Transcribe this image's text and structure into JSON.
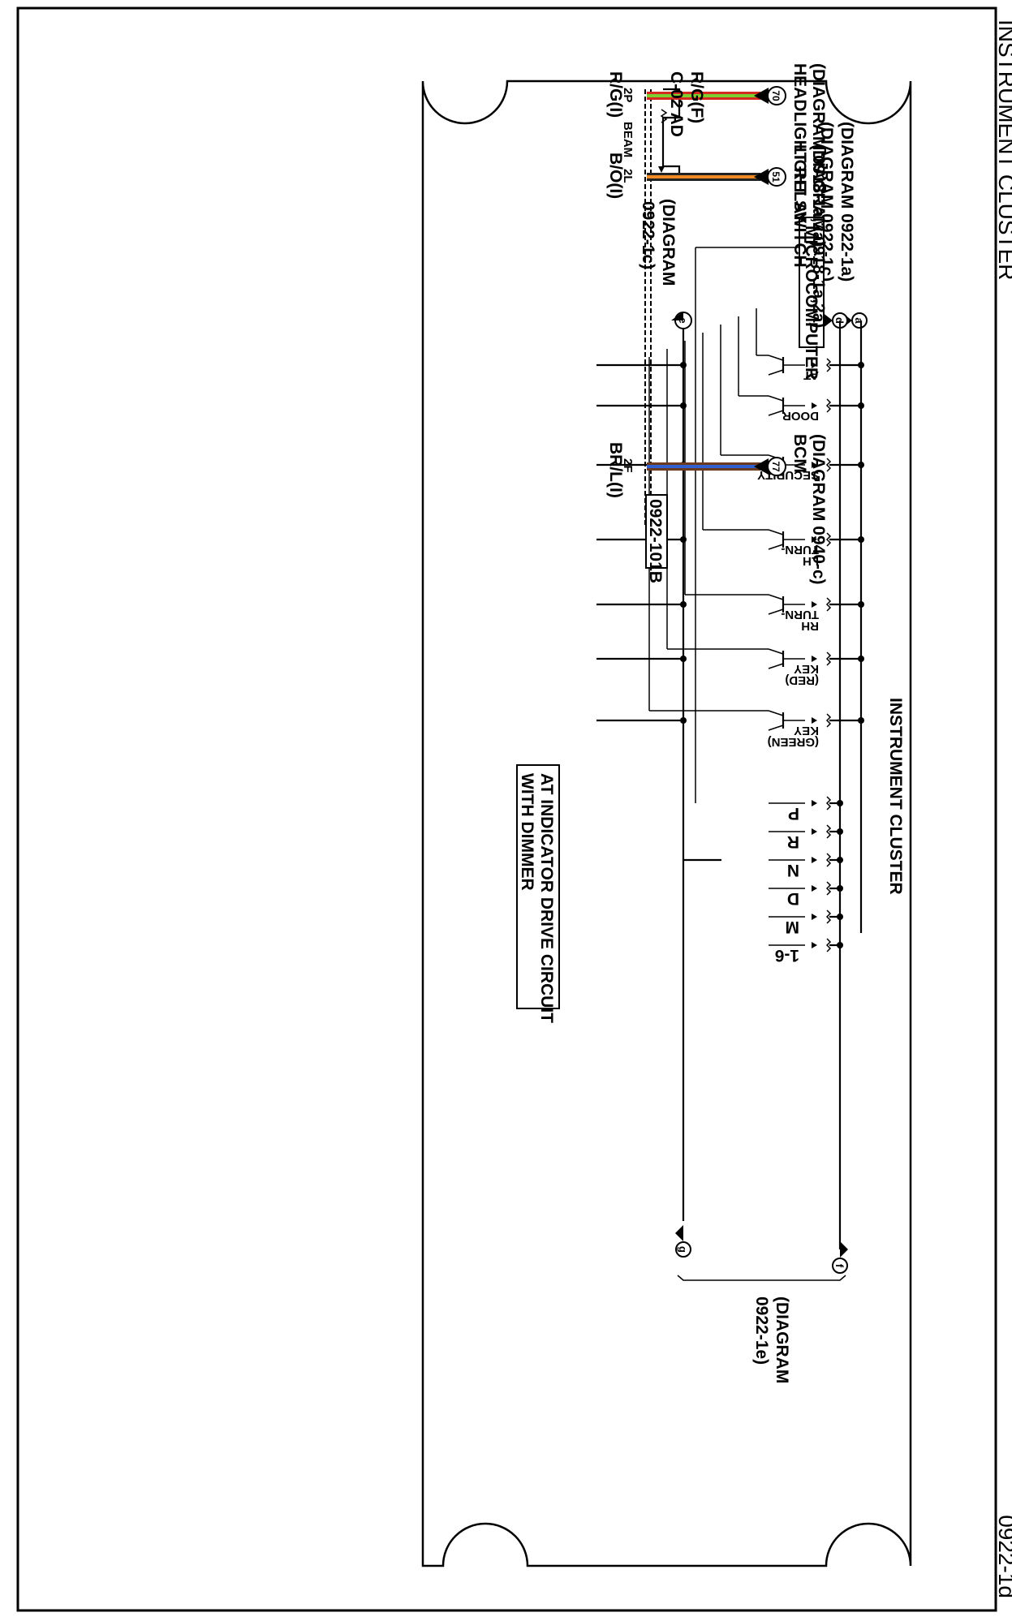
{
  "header": {
    "title": "INSTRUMENT CLUSTER",
    "page_id": "0922-1d"
  },
  "cluster": {
    "label": "INSTRUMENT CLUSTER"
  },
  "connector_ref": "0922-101B",
  "top_refs": {
    "a": "(DIAGRAM 0922-1a)",
    "d": "(DIAGRAM 0922-1c)",
    "marker_a": "a",
    "marker_d": "d"
  },
  "micro": {
    "label": "MICROCOMPUTER"
  },
  "diag_e": {
    "line1": "(DIAGRAM",
    "line2": "0922-1c)",
    "marker": "e"
  },
  "bottom_ref": {
    "line1": "(DIAGRAM",
    "line2": "0922-1e)",
    "marker_f": "f",
    "marker_g": "g"
  },
  "beam": {
    "label": "BEAM"
  },
  "indicators": [
    {
      "label": "AT"
    },
    {
      "label": "DOOR"
    },
    {
      "label": "SECURITY"
    },
    {
      "label": "TURN-",
      "label2": "LH"
    },
    {
      "label": "TURN-",
      "label2": "RH"
    },
    {
      "label": "KEY",
      "label2": "(RED)"
    },
    {
      "label": "KEY",
      "label2": "(GREEN)"
    }
  ],
  "at_indicator": {
    "line1": "AT INDICATOR DRIVE CIRCUIT",
    "line2": "WITH DIMMER",
    "positions": [
      "P",
      "R",
      "N",
      "D",
      "M",
      "1-6"
    ]
  },
  "wires": [
    {
      "pin": "2P",
      "color_code": "R/G(I)",
      "colors": [
        "#d42a20",
        "#7ccf2e"
      ],
      "connector": "C-02",
      "conn_suffix": "AD",
      "color_code2": "R/G(F)",
      "node": "70",
      "dest": "HEADLIGHT RELAY",
      "dest_diag": "(DIAGRAM 0918-1a,2a)"
    },
    {
      "pin": "2L",
      "color_code": "B/O(I)",
      "colors": [
        "#222222",
        "#f08a24"
      ],
      "node": "51",
      "dest": "LIGHT SWITCH",
      "dest_diag": "(DIAGRAM 0918-1a,2a)"
    },
    {
      "pin": "2F",
      "color_code": "BR/L(I)",
      "colors": [
        "#6b3a1f",
        "#2f5fd0"
      ],
      "node": "77",
      "dest": "BCM",
      "dest_diag": "(DIAGRAM 0940-c)"
    }
  ]
}
